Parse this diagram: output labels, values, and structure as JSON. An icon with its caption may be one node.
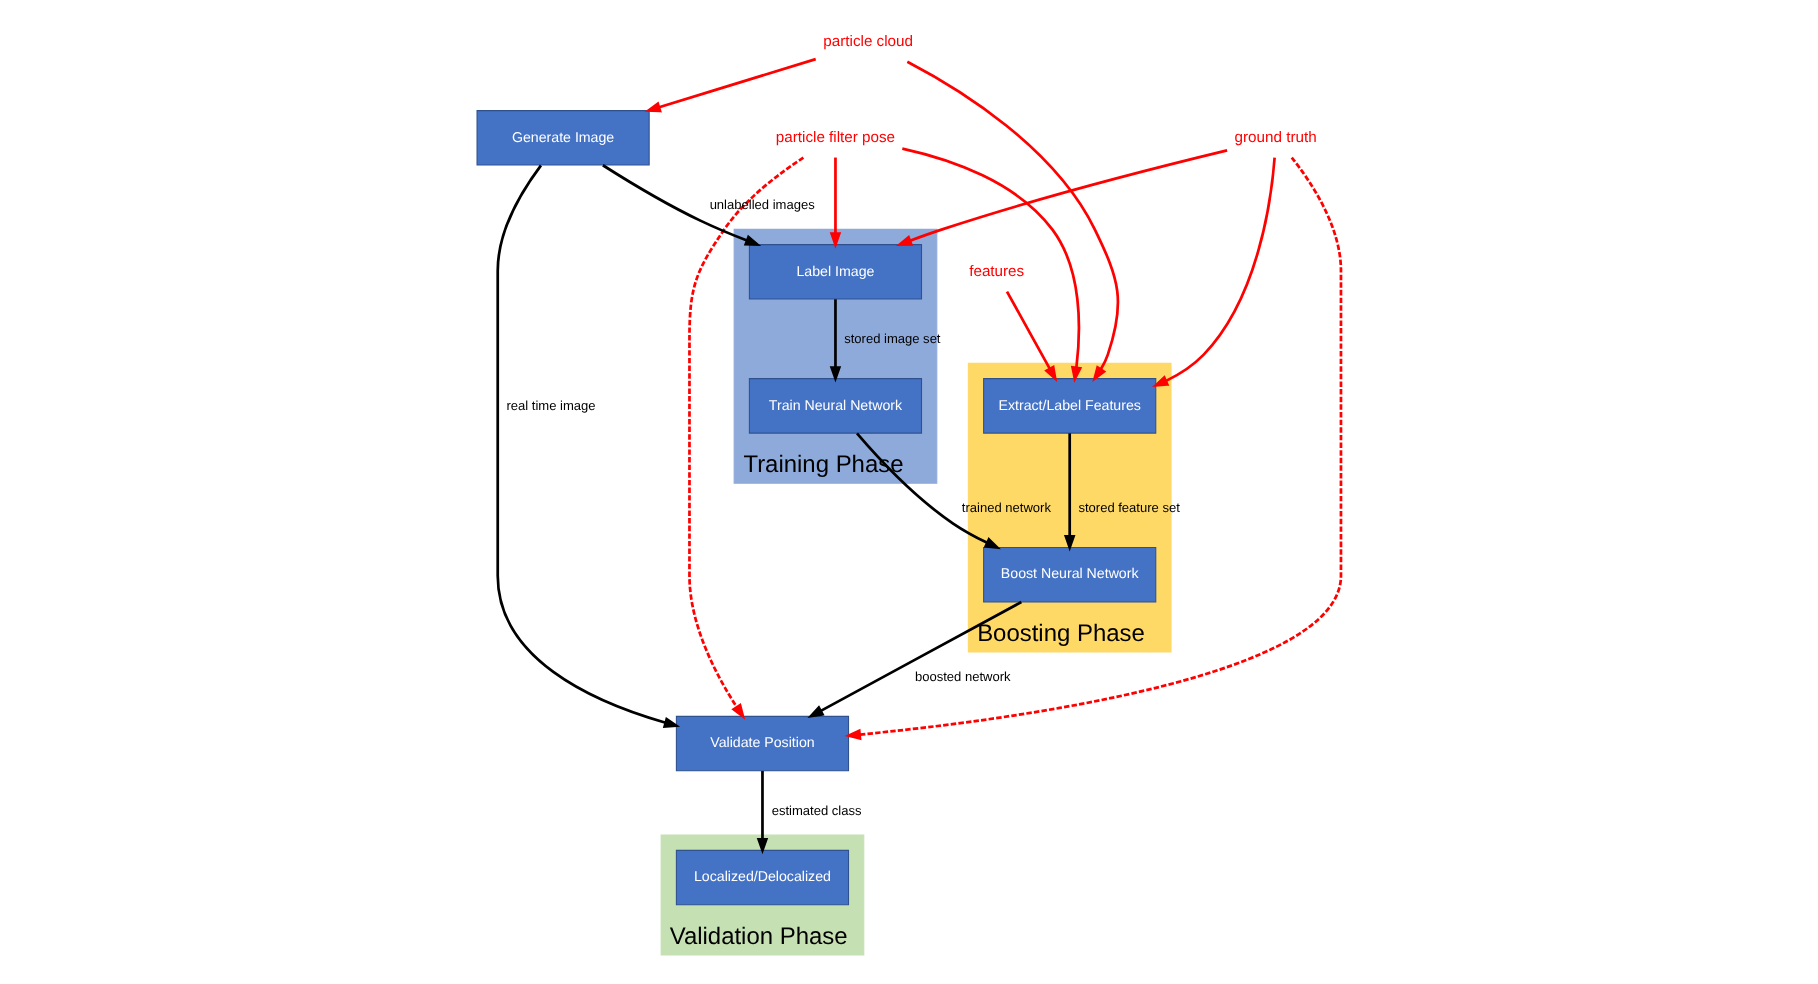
{
  "diagram": {
    "nodes": [
      {
        "text": [
          "Training Phase"
        ]
      },
      {
        "text": [
          "Boosting Phase"
        ]
      },
      {
        "text": [
          "Validation Phase"
        ]
      },
      {
        "text": [
          "particle cloud"
        ]
      },
      {
        "text": [
          "particle filter pose"
        ]
      },
      {
        "text": [
          "ground truth"
        ]
      },
      {
        "text": [
          "Generate Image"
        ]
      },
      {
        "text": [
          "Validate Position"
        ]
      },
      {
        "text": [
          "features"
        ]
      },
      {
        "text": [
          "Label Image"
        ],
        "in": 0
      },
      {
        "text": [
          "Extract/Label Features"
        ],
        "in": 1
      },
      {
        "text": [
          "Train Neural Network"
        ],
        "in": 0
      },
      {
        "text": [
          "Boost Neural Network"
        ],
        "in": 1
      },
      {
        "text": [
          "Localized/Delocalized"
        ],
        "in": 2
      }
    ],
    "edges": [
      {
        "from": 6,
        "to": 7,
        "arrow": "to",
        "label": "real time image",
        "color": "#000000"
      },
      {
        "from": 6,
        "to": 9,
        "arrow": "to",
        "label": "unlabelled images",
        "color": "#000000"
      },
      {
        "from": 9,
        "to": 11,
        "arrow": "to",
        "label": "stored image set",
        "color": "#000000"
      },
      {
        "from": 11,
        "to": 12,
        "arrow": "to",
        "label": "trained network",
        "color": "#000000"
      },
      {
        "from": 10,
        "to": 12,
        "arrow": "to",
        "label": "stored feature set",
        "color": "#000000"
      },
      {
        "from": 12,
        "to": 7,
        "arrow": "to",
        "label": "boosted network",
        "color": "#000000"
      },
      {
        "from": 7,
        "to": 13,
        "arrow": "to",
        "label": "estimated class",
        "color": "#000000"
      },
      {
        "from": 3,
        "to": 6,
        "arrow": "to"
      },
      {
        "from": 3,
        "to": 10,
        "arrow": "to"
      },
      {
        "from": 4,
        "to": 9,
        "arrow": "to"
      },
      {
        "from": 4,
        "to": 10,
        "arrow": "to"
      },
      {
        "from": 4,
        "to": 7,
        "arrow": "to",
        "style": "dashed"
      },
      {
        "from": 5,
        "to": 9,
        "arrow": "to"
      },
      {
        "from": 5,
        "to": 10,
        "arrow": "to"
      },
      {
        "from": 5,
        "to": 7,
        "arrow": "to",
        "style": "dashed"
      },
      {
        "from": 8,
        "to": 10,
        "arrow": "to"
      }
    ]
  }
}
